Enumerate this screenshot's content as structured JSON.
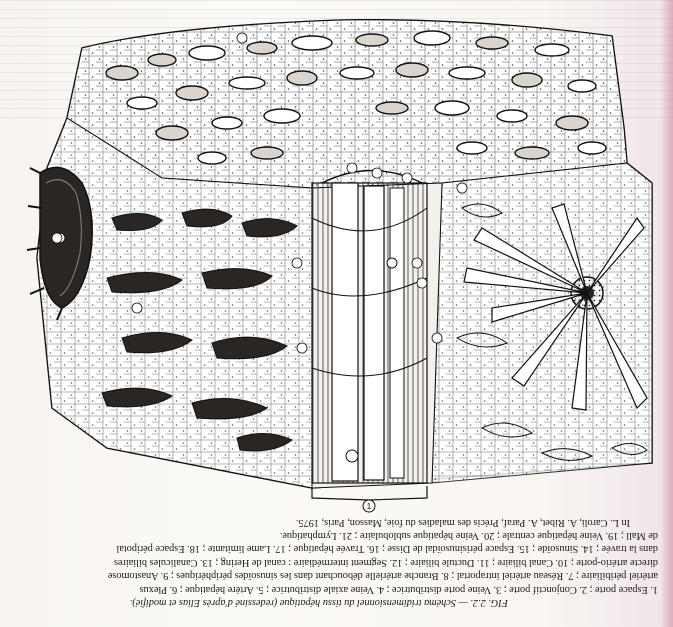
{
  "figure": {
    "bottom_label": "1"
  },
  "caption": {
    "title": "FIG. 2.2. — Schéma tridimensionnel du tissu hépatique (redessiné d'après Elias et modifié).",
    "lines": [
      "1. Espace porte ; 2. Conjonctif porte ; 3. Veine porte distributrice ; 4. Veine axiale distributrice ; 5. Artère hépatique ; 6. Plexus",
      "artériel péribiliaire ; 7. Réseau artériel intraportal ; 8. Branche artérielle débouchant dans les sinusoïdes périphériques ; 9. Anastomose",
      "directe artério-porte ; 10. Canal biliaire ; 11. Ductule biliaire ; 12. Segment intermédiaire : canal de Hering ; 13. Canalicules biliaires",
      "dans la travée ; 14. Sinusoïde ; 15. Espace périsinusoïdal de Disse ; 16. Travée hépatique ; 17. Lame limitante ; 18. Espace péripotal",
      "de Mall ; 19. Veine hépatique centrale ; 20. Veine hépatique sublobulaire ; 21. Lymphatique."
    ],
    "source": "In L. Caroli, A. Ribet, A. Paraf, Précis des maladies du foie, Masson, Paris, 1975."
  }
}
